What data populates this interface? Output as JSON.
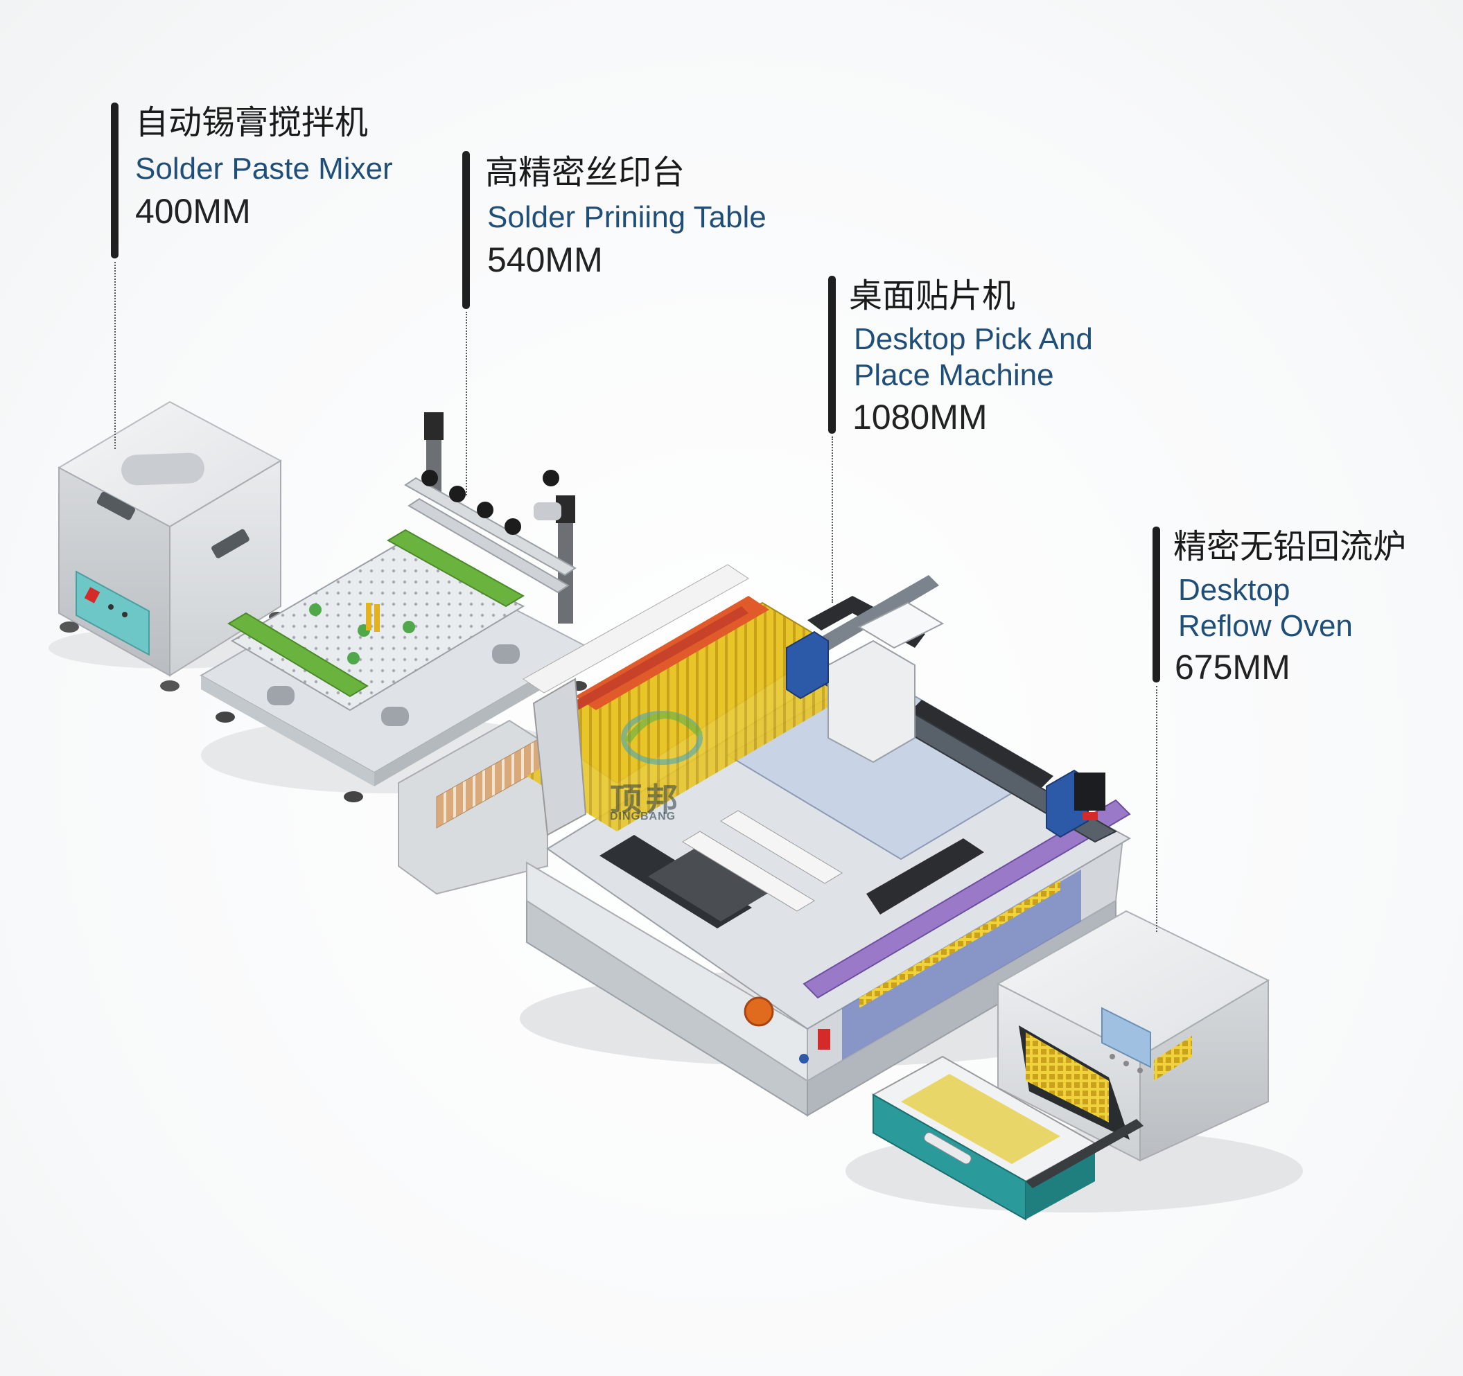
{
  "labels": {
    "mixer": {
      "cn": "自动锡膏搅拌机",
      "en": "Solder Paste Mixer",
      "size": "400MM"
    },
    "printer": {
      "cn": "高精密丝印台",
      "en": "Solder Priniing Table",
      "size": "540MM"
    },
    "pnp": {
      "cn": "桌面贴片机",
      "en_line1": "Desktop Pick And",
      "en_line2": "Place Machine",
      "size": "1080MM"
    },
    "oven": {
      "cn": "精密无铅回流炉",
      "en_line1": "Desktop",
      "en_line2": "Reflow Oven",
      "size": "675MM"
    }
  },
  "watermark": {
    "cn": "顶邦",
    "en": "DINGBANG"
  },
  "colors": {
    "label_blue": "#1f4e78",
    "green_rail": "#6bb33f",
    "teal_drawer": "#2a9a9a",
    "blue_head": "#2d5aa8",
    "purple_rail": "#9a7ac8"
  }
}
